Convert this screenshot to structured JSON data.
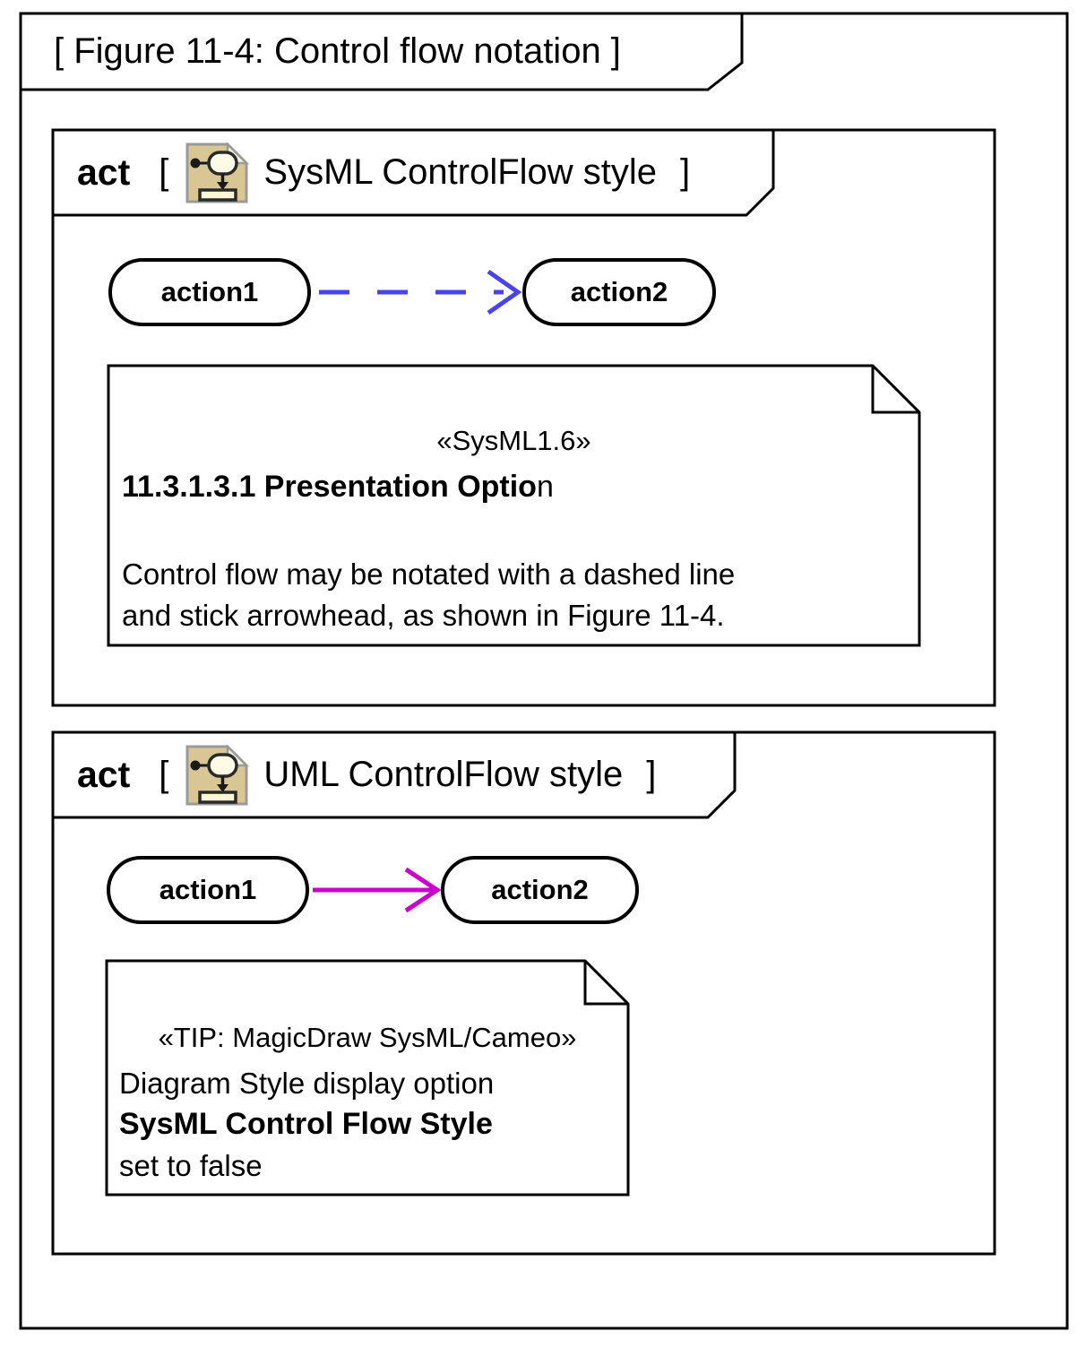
{
  "figure": {
    "title": "[ Figure 11-4: Control flow notation ]"
  },
  "colors": {
    "sysml_flow": "#4744ee",
    "uml_flow": "#cc00cc",
    "icon_bg": "#d8c795",
    "icon_shape_fill": "#fdf6d7",
    "frame_stroke": "#000000"
  },
  "frames": [
    {
      "keyword": "act",
      "bracket_open": "[",
      "bracket_close": "]",
      "icon": "activity-diagram-icon",
      "name": "SysML ControlFlow style",
      "actions": [
        {
          "label": "action1"
        },
        {
          "label": "action2"
        }
      ],
      "flow": {
        "style": "dashed",
        "arrowhead": "stick",
        "color": "#4744ee"
      },
      "note": {
        "stereotype": "«SysML1.6»",
        "heading_bold": "11.3.1.3.1 Presentation Optio",
        "heading_regular": "n",
        "body_line1": "Control flow may be notated with a dashed line",
        "body_line2": "and stick arrowhead, as shown in Figure 11-4."
      }
    },
    {
      "keyword": "act",
      "bracket_open": "[",
      "bracket_close": "]",
      "icon": "activity-diagram-icon",
      "name": "UML ControlFlow style",
      "actions": [
        {
          "label": "action1"
        },
        {
          "label": "action2"
        }
      ],
      "flow": {
        "style": "solid",
        "arrowhead": "stick",
        "color": "#cc00cc"
      },
      "note": {
        "stereotype": "«TIP: MagicDraw SysML/Cameo»",
        "line1": "Diagram Style display option",
        "line2_bold": "SysML Control Flow Style",
        "line3": "set to false"
      }
    }
  ]
}
